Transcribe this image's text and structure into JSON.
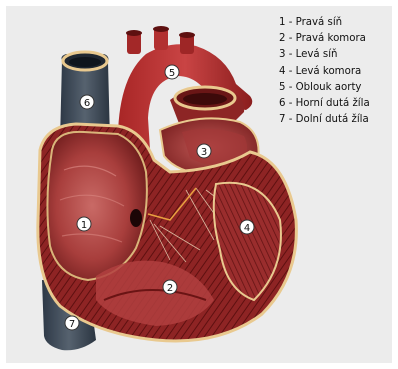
{
  "legend": [
    {
      "num": "1",
      "label": "1 - Pravá síň"
    },
    {
      "num": "2",
      "label": "2 - Pravá komora"
    },
    {
      "num": "3",
      "label": "3 - Levá síň"
    },
    {
      "num": "4",
      "label": "4 - Levá komora"
    },
    {
      "num": "5",
      "label": "5 - Oblouk aorty"
    },
    {
      "num": "6",
      "label": "6 - Horní dutá žíla"
    },
    {
      "num": "7",
      "label": "7 - Dolní dutá žíla"
    }
  ],
  "markers": [
    "1",
    "2",
    "3",
    "4",
    "5",
    "6",
    "7"
  ],
  "colors": {
    "background": "#ececec",
    "vein": "#3f4b5a",
    "muscle": "#9c2b2b",
    "muscle_dark": "#6e1414",
    "chamber": "#b84a4a",
    "fat": "#e9c98f"
  }
}
